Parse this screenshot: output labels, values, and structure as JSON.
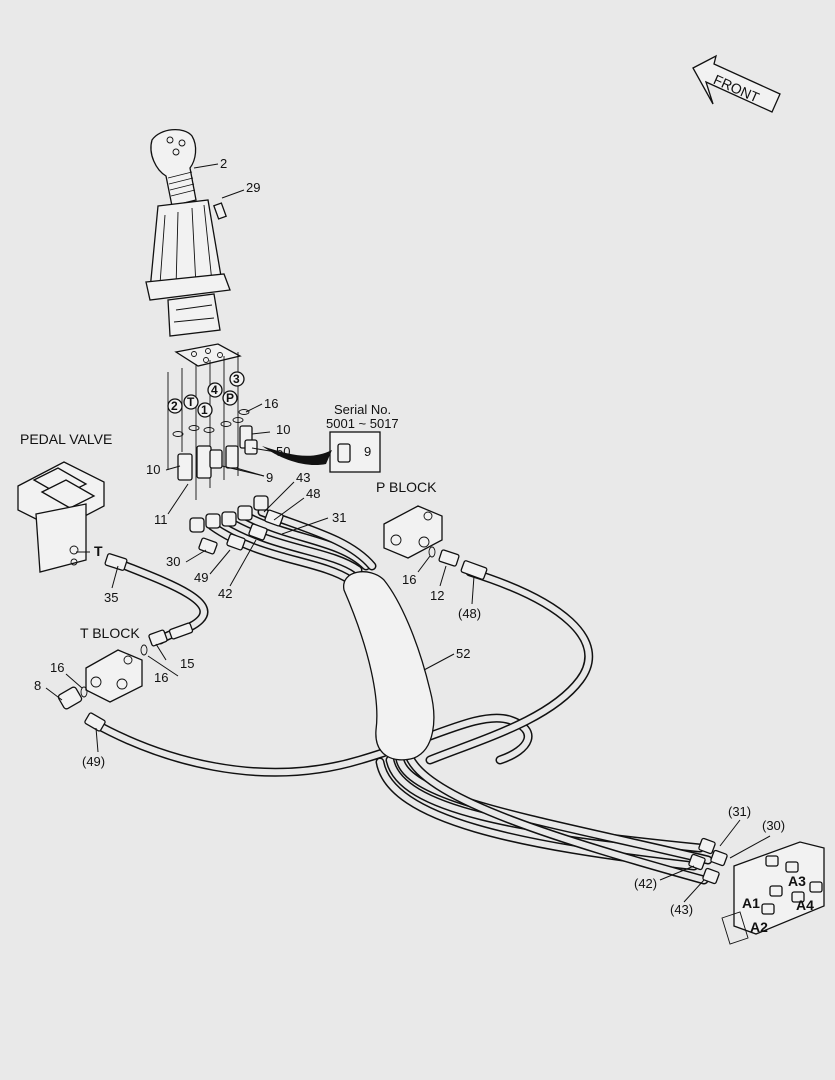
{
  "headings": {
    "front": "FRONT",
    "pedal_valve": "PEDAL VALVE",
    "p_block": "P BLOCK",
    "t_block": "T BLOCK",
    "serial_line1": "Serial No.",
    "serial_line2": "5001 ~ 5017"
  },
  "port_labels": {
    "t": "T",
    "a1": "A1",
    "a2": "A2",
    "a3": "A3",
    "a4": "A4"
  },
  "circled_labels": {
    "c2": "2",
    "cT": "T",
    "c1": "1",
    "c4": "4",
    "cP": "P",
    "c3": "3"
  },
  "callouts": {
    "n2": "2",
    "n29": "29",
    "n16a": "16",
    "n10a": "10",
    "n50": "50",
    "n9inset": "9",
    "n10b": "10",
    "n9": "9",
    "n11": "11",
    "n43": "43",
    "n48": "48",
    "n31": "31",
    "n30": "30",
    "n49": "49",
    "n42": "42",
    "n16b": "16",
    "n12": "12",
    "n48p": "(48)",
    "n35": "35",
    "n15": "15",
    "n16c": "16",
    "n16d": "16",
    "n8": "8",
    "n49p": "(49)",
    "n52": "52",
    "n31p": "(31)",
    "n30p": "(30)",
    "n42p": "(42)",
    "n43p": "(43)"
  }
}
